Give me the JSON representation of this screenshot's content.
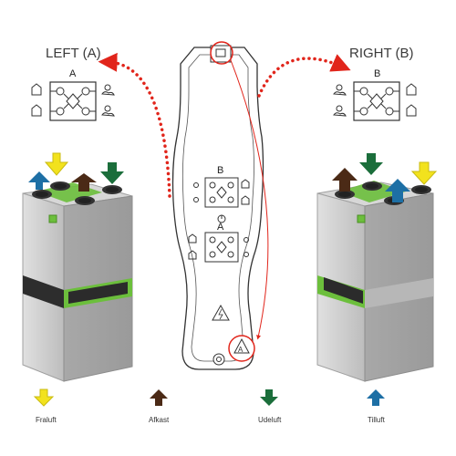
{
  "labels": {
    "left_side": "LEFT (A)",
    "right_side": "RIGHT (B)",
    "left_schematic_letter": "A",
    "right_schematic_letter": "B",
    "panel_letter_b": "B",
    "panel_letter_a": "A"
  },
  "legend": [
    {
      "label": "Fraluft",
      "arrow": "down",
      "color": "#f2e21d"
    },
    {
      "label": "Afkast",
      "arrow": "up",
      "color": "#4b2a16"
    },
    {
      "label": "Udeluft",
      "arrow": "down",
      "color": "#1b6e3b"
    },
    {
      "label": "Tilluft",
      "arrow": "up",
      "color": "#1d6fa5"
    }
  ],
  "colors": {
    "dotted_arrows": "#e1251b",
    "accent_green": "#6cbf3c",
    "unit_body": "#c9c9c9"
  }
}
